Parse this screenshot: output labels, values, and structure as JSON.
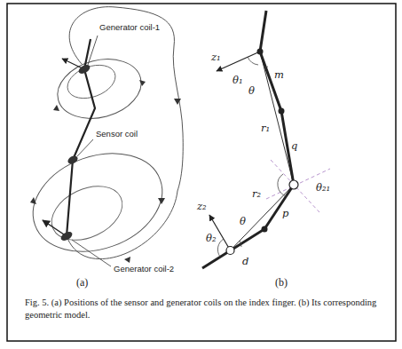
{
  "diagram": {
    "caption": "Fig. 5. (a) Positions of the sensor and generator coils on the index finger. (b) Its corresponding geometric model.",
    "labels": [
      "Generator coil-1",
      "Sensor coil",
      "Generator coil-2",
      "(a)",
      "z₁",
      "θ₁",
      "m",
      "θ",
      "r₁",
      "q",
      "θ₂₁",
      "p",
      "r₂",
      "θ",
      "z₂",
      "θ₂",
      "d",
      "(b)"
    ]
  }
}
